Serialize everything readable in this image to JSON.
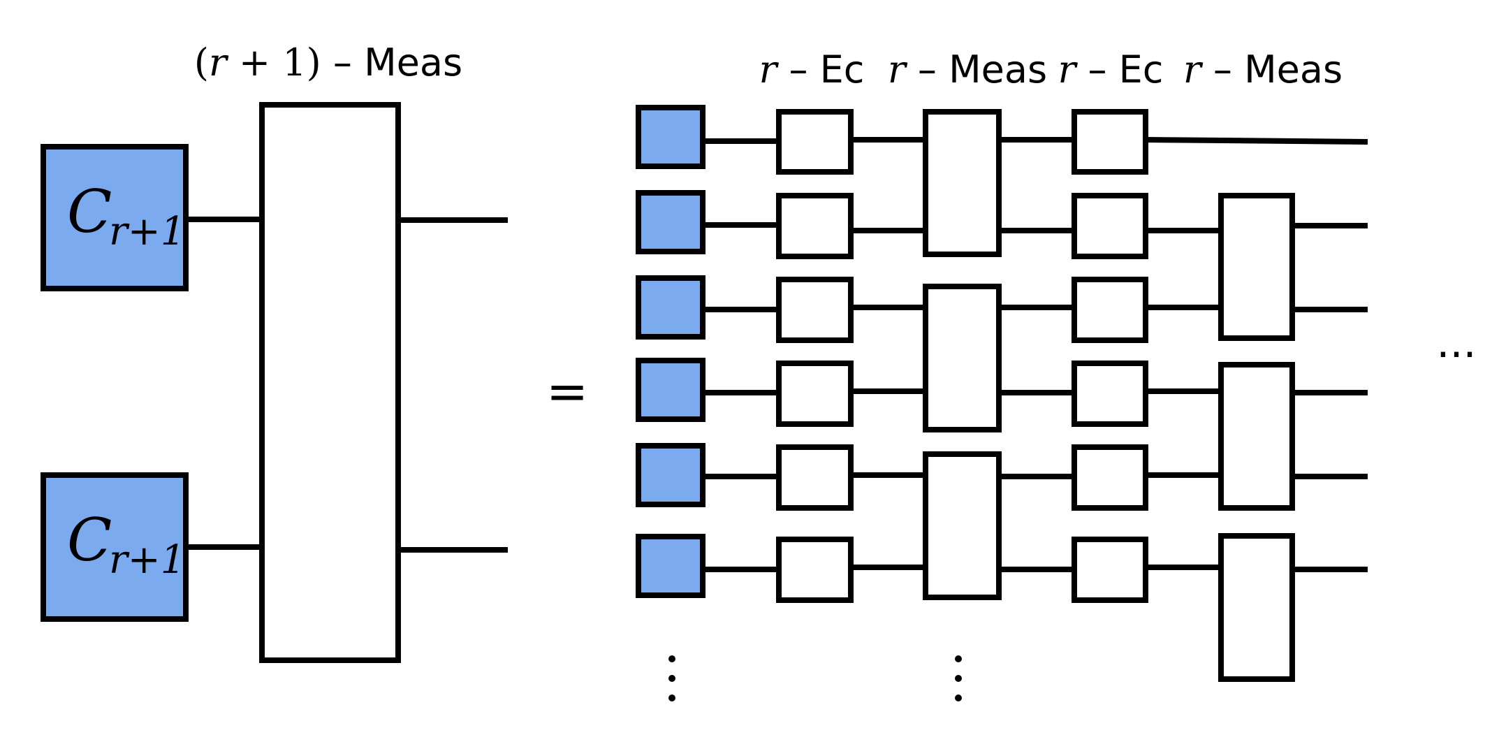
{
  "colors": {
    "fill_tensor": "#7BAAEE",
    "stroke": "#000000",
    "background": "#ffffff"
  },
  "left": {
    "label_prefix": "(r + 1) – ",
    "label_r": "r",
    "label_paren_open": "(",
    "label_plus_one": " + 1)",
    "label_dash": " – ",
    "label_word": "Meas",
    "tensor_main": "C",
    "tensor_sub": "r+1"
  },
  "equals": "=",
  "right": {
    "column_labels": [
      {
        "r": "r",
        "dash": " – ",
        "word": "Ec"
      },
      {
        "r": "r",
        "dash": " – ",
        "word": "Meas"
      },
      {
        "r": "r",
        "dash": " – ",
        "word": "Ec"
      },
      {
        "r": "r",
        "dash": " – ",
        "word": "Meas"
      }
    ]
  },
  "ellipsis_horizontal": "···",
  "ellipsis_vertical": "⋮"
}
